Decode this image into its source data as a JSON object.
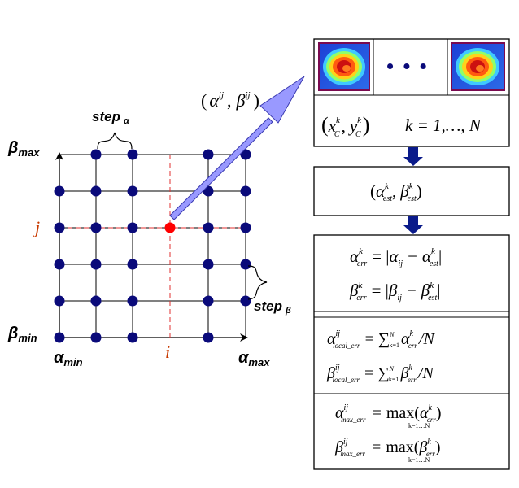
{
  "grid": {
    "step_alpha": {
      "main": "step",
      "sub": "α"
    },
    "step_beta": {
      "main": "step",
      "sub": "β"
    },
    "beta_max": {
      "main": "β",
      "sub": "max"
    },
    "beta_min": {
      "main": "β",
      "sub": "min"
    },
    "alpha_min": {
      "main": "α",
      "sub": "min"
    },
    "alpha_max": {
      "main": "α",
      "sub": "max"
    },
    "index_i": "i",
    "index_j": "j",
    "point_label": {
      "a": "α",
      "b": "β",
      "sup": "ij",
      "open": "(",
      "comma": ",",
      "close": ")"
    },
    "colors": {
      "grid_point": "#0a0a7a",
      "selected_point": "#ff0000",
      "index_color": "#c83a00",
      "dashed_line": "#e03030",
      "arrow_fill": "#9999ff"
    }
  },
  "flow": {
    "box1": {
      "dots": "• • •",
      "centroid": {
        "x": "x",
        "y": "y",
        "sup": "k",
        "sub": "C",
        "range": "k = 1,…, N"
      }
    },
    "box2": {
      "a": "α",
      "b": "β",
      "sup": "k",
      "sub": "est"
    },
    "box3": {
      "err_alpha": {
        "lhs": "α",
        "sup": "k",
        "sub": "err",
        "rhs_a": "α",
        "rhs_sub": "ij",
        "minus": "−",
        "rhs_b": "α",
        "rhs_b_sup": "k",
        "rhs_b_sub": "est"
      },
      "err_beta": {
        "lhs": "β",
        "sup": "k",
        "sub": "err",
        "rhs_a": "β",
        "rhs_sub": "ij",
        "minus": "−",
        "rhs_b": "β",
        "rhs_b_sup": "k",
        "rhs_b_sub": "est"
      },
      "local_alpha": {
        "lhs": "α",
        "sup": "ij",
        "sub": "local_err",
        "sum": "∑",
        "sum_sup": "N",
        "sum_sub": "k=1",
        "term": "α",
        "term_sup": "k",
        "term_sub": "err",
        "div": "/N"
      },
      "local_beta": {
        "lhs": "β",
        "sup": "ij",
        "sub": "local_err",
        "sum": "∑",
        "sum_sup": "N",
        "sum_sub": "k=1",
        "term": "β",
        "term_sup": "k",
        "term_sub": "err",
        "div": "/N"
      },
      "max_alpha": {
        "lhs": "α",
        "sup": "ij",
        "sub": "max_err",
        "fn": "max",
        "fn_sub": "k=1…N",
        "term": "α",
        "term_sup": "k",
        "term_sub": "err"
      },
      "max_beta": {
        "lhs": "β",
        "sup": "ij",
        "sub": "max_err",
        "fn": "max",
        "fn_sub": "k=1…N",
        "term": "β",
        "term_sup": "k",
        "term_sub": "err"
      }
    }
  }
}
